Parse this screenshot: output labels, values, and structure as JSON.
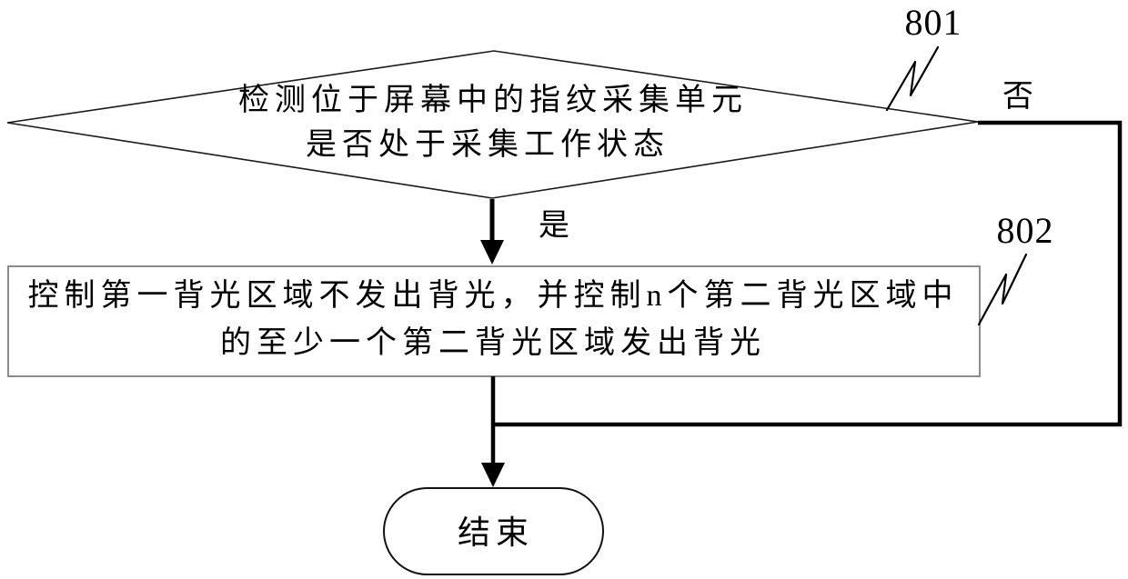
{
  "diagram": {
    "type": "flowchart",
    "background": "#ffffff",
    "nodes": {
      "decision": {
        "shape": "diamond",
        "line1": "检测位于屏幕中的指纹采集单元",
        "line2": "是否处于采集工作状态",
        "ref": "801"
      },
      "process": {
        "shape": "rectangle",
        "line1": "控制第一背光区域不发出背光，并控制n个第二背光区域中",
        "line2": "的至少一个第二背光区域发出背光",
        "ref": "802"
      },
      "end": {
        "shape": "stadium",
        "label": "结束"
      }
    },
    "edges": {
      "yes": {
        "label": "是",
        "from": "decision",
        "to": "process"
      },
      "no": {
        "label": "否",
        "from": "decision",
        "to": "end"
      },
      "finish": {
        "label": "",
        "from": "process",
        "to": "end"
      }
    },
    "colors": {
      "stroke": "#000000",
      "process_border": "#808080",
      "background": "#ffffff"
    }
  }
}
